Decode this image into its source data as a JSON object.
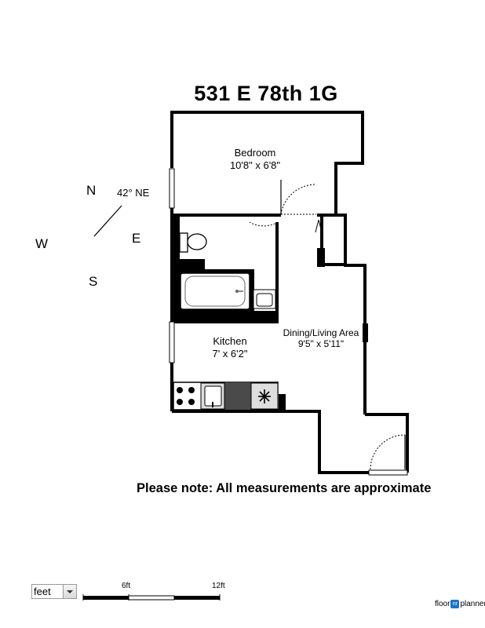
{
  "title": "531 E 78th 1G",
  "compass": {
    "north": "N",
    "south": "S",
    "east": "E",
    "west": "W",
    "orientation": "42° NE"
  },
  "rooms": [
    {
      "name": "Bedroom",
      "dimensions": "10'8\" x 6'8\""
    },
    {
      "name": "Kitchen",
      "dimensions": "7' x 6'2\""
    },
    {
      "name": "Dining/Living Area",
      "dimensions": "9'5\" x 5'11\""
    }
  ],
  "note": "Please note: All measurements are approximate",
  "scale": {
    "unit_selected": "feet",
    "label_mid": "6ft",
    "label_end": "12ft"
  },
  "logo": {
    "left": "floor",
    "mark": "nr",
    "right": "planner"
  },
  "colors": {
    "wall": "#000000",
    "background": "#ffffff",
    "fixture_fill": "#ffffff",
    "counter": "#444444"
  }
}
